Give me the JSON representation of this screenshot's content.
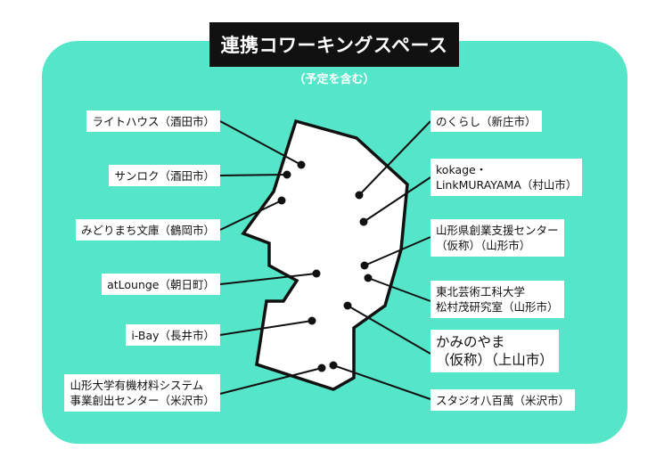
{
  "header": {
    "title": "連携コワーキングスペース",
    "subtitle": "（予定を含む）"
  },
  "colors": {
    "panel": "#55e6c9",
    "title_bg": "#111111",
    "map_fill": "#ffffff",
    "line": "#111111"
  },
  "spaces_left": [
    {
      "lines": [
        "ライトハウス（酒田市）"
      ]
    },
    {
      "lines": [
        "サンロク（酒田市）"
      ]
    },
    {
      "lines": [
        "みどりまち文庫（鶴岡市）"
      ]
    },
    {
      "lines": [
        "atLounge（朝日町）"
      ]
    },
    {
      "lines": [
        "i-Bay（長井市）"
      ]
    },
    {
      "lines": [
        "山形大学有機材料システム",
        "事業創出センター（米沢市）"
      ]
    }
  ],
  "spaces_right": [
    {
      "lines": [
        "のくらし（新庄市）"
      ]
    },
    {
      "lines": [
        "kokage・",
        "LinkMURAYAMA（村山市）"
      ]
    },
    {
      "lines": [
        "山形県創業支援センター",
        "（仮称）（山形市）"
      ]
    },
    {
      "lines": [
        "東北芸術工科大学",
        "松村茂研究室（山形市）"
      ]
    },
    {
      "lines": [
        "かみのやま",
        "（仮称）（上山市）"
      ]
    },
    {
      "lines": [
        "スタジオ八百萬（米沢市）"
      ]
    }
  ]
}
